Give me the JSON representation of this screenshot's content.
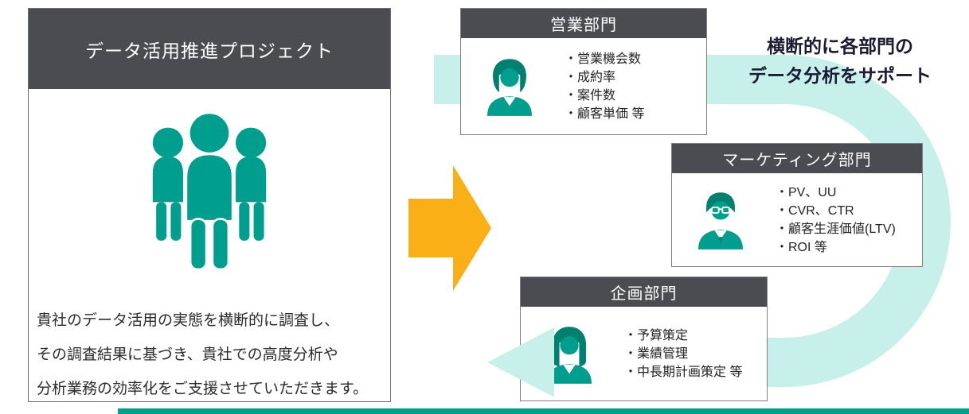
{
  "left_panel": {
    "title": "データ活用推進プロジェクト",
    "description_lines": [
      "貴社のデータ活用の実態を横断的に調査し、",
      "その調査結果に基づき、貴社での高度分析や",
      "分析業務の効率化をご支援させていただきます。"
    ]
  },
  "headline": {
    "line1": "横断的に各部門の",
    "line2": "データ分析をサポート"
  },
  "departments": [
    {
      "name": "営業部門",
      "icon": "businesswoman-short-hair-icon",
      "items": [
        "・営業機会数",
        "・成約率",
        "・案件数",
        "・顧客単価 等"
      ]
    },
    {
      "name": "マーケティング部門",
      "icon": "businessman-glasses-icon",
      "items": [
        "・PV、UU",
        "・CVR、CTR",
        "・顧客生涯価値(LTV)",
        "・ROI 等"
      ]
    },
    {
      "name": "企画部門",
      "icon": "businesswoman-long-hair-icon",
      "items": [
        "・予算策定",
        "・業績管理",
        "・中長期計画策定 等"
      ]
    }
  ],
  "colors": {
    "teal": "#009E8E",
    "teal_dark": "#00806F",
    "header_gray": "#4B4B52",
    "arrow_yellow": "#FBAF17",
    "flow_cyan": "#C8F0EB",
    "headline_text": "#1B1B33"
  }
}
